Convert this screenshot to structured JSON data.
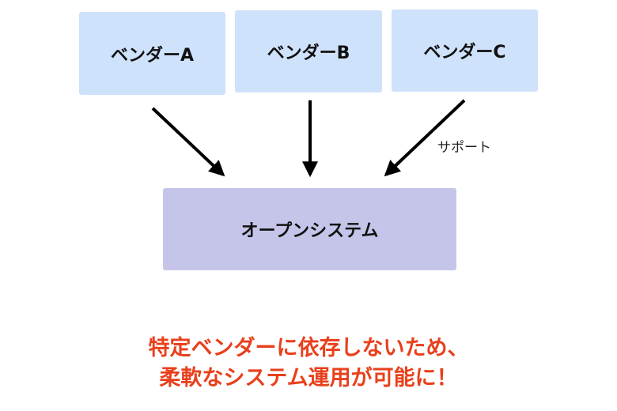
{
  "colors": {
    "vendor_fill": "#cfe2fb",
    "system_fill": "#c5c5ea",
    "arrow": "#000000",
    "message": "#e8401c"
  },
  "vendors": [
    {
      "label": "ベンダーA"
    },
    {
      "label": "ベンダーB"
    },
    {
      "label": "ベンダーC"
    }
  ],
  "system": {
    "label": "オープンシステム"
  },
  "support_label": "サポート",
  "message": {
    "line1": "特定ベンダーに依存しないため、",
    "line2": "柔軟なシステム運用が可能に！"
  }
}
